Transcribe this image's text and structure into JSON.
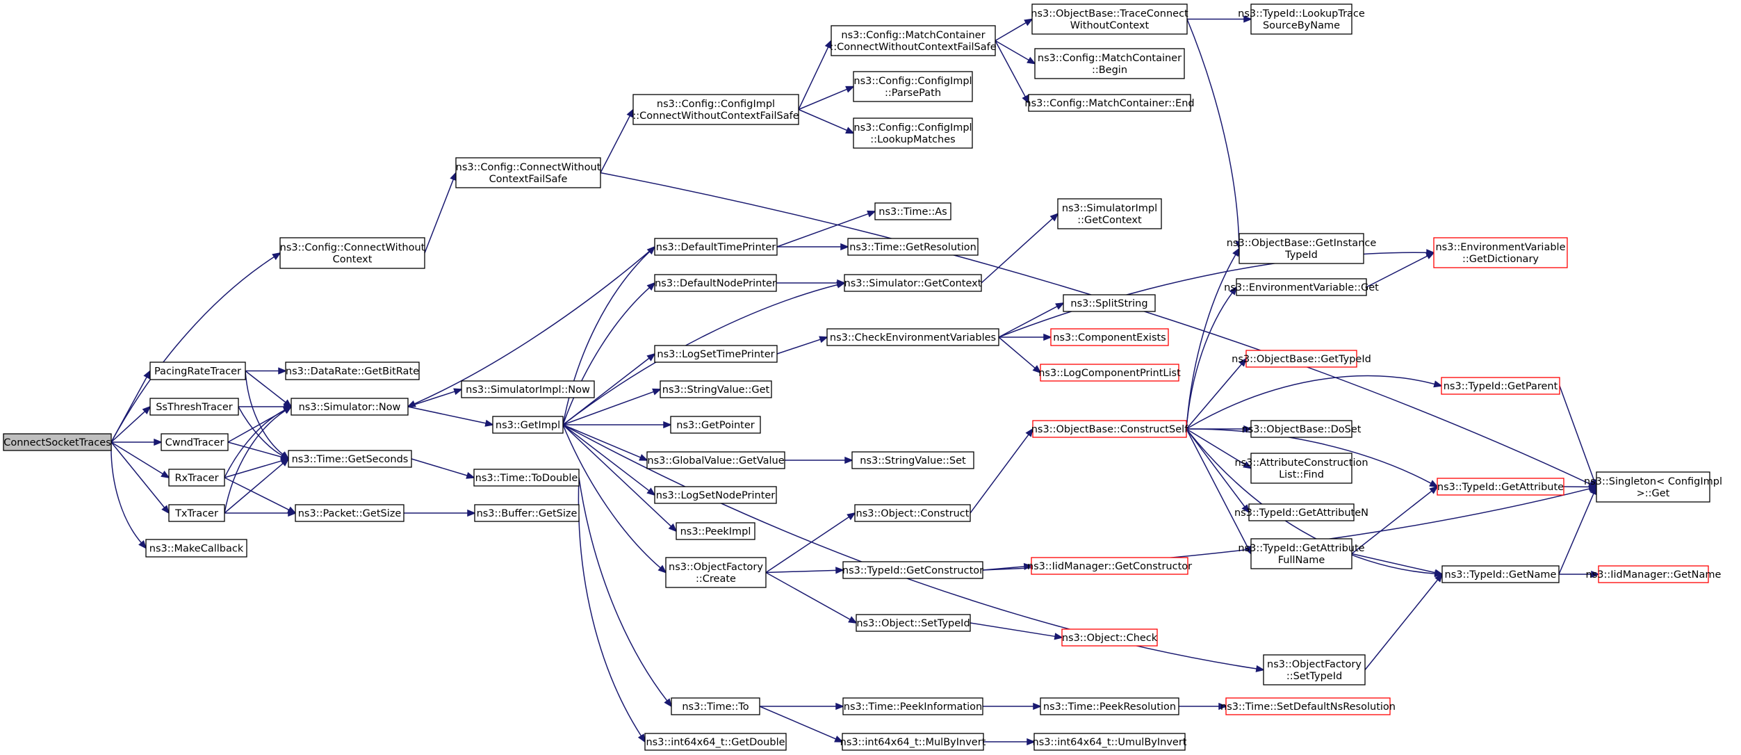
{
  "colors": {
    "edge": "#191970",
    "node_border": "#000000",
    "node_border_truncated": "#ff0000",
    "root_fill": "#bfbfbf",
    "node_fill": "#ffffff"
  },
  "nodes": [
    {
      "id": "root",
      "lines": [
        "ConnectSocketTraces"
      ],
      "root": true
    },
    {
      "id": "cfgConnect",
      "lines": [
        "ns3::Config::ConnectWithout",
        "Context"
      ]
    },
    {
      "id": "pacing",
      "lines": [
        "PacingRateTracer"
      ]
    },
    {
      "id": "ssthresh",
      "lines": [
        "SsThreshTracer"
      ]
    },
    {
      "id": "cwnd",
      "lines": [
        "CwndTracer"
      ]
    },
    {
      "id": "rx",
      "lines": [
        "RxTracer"
      ]
    },
    {
      "id": "tx",
      "lines": [
        "TxTracer"
      ]
    },
    {
      "id": "makeCb",
      "lines": [
        "ns3::MakeCallback"
      ]
    },
    {
      "id": "cfgFailSafe",
      "lines": [
        "ns3::Config::ConnectWithout",
        "ContextFailSafe"
      ]
    },
    {
      "id": "getBitRate",
      "lines": [
        "ns3::DataRate::GetBitRate"
      ]
    },
    {
      "id": "simNow",
      "lines": [
        "ns3::Simulator::Now"
      ]
    },
    {
      "id": "getSeconds",
      "lines": [
        "ns3::Time::GetSeconds"
      ]
    },
    {
      "id": "pktGetSize",
      "lines": [
        "ns3::Packet::GetSize"
      ]
    },
    {
      "id": "implFailSafe",
      "lines": [
        "ns3::Config::ConfigImpl",
        "::ConnectWithoutContextFailSafe"
      ]
    },
    {
      "id": "simImplNow",
      "lines": [
        "ns3::SimulatorImpl::Now"
      ]
    },
    {
      "id": "getImpl",
      "lines": [
        "ns3::GetImpl"
      ]
    },
    {
      "id": "toDouble",
      "lines": [
        "ns3::Time::ToDouble"
      ]
    },
    {
      "id": "bufGetSize",
      "lines": [
        "ns3::Buffer::GetSize"
      ]
    },
    {
      "id": "mcFailSafe",
      "lines": [
        "ns3::Config::MatchContainer",
        "::ConnectWithoutContextFailSafe"
      ]
    },
    {
      "id": "parsePath",
      "lines": [
        "ns3::Config::ConfigImpl",
        "::ParsePath"
      ]
    },
    {
      "id": "lookupMatches",
      "lines": [
        "ns3::Config::ConfigImpl",
        "::LookupMatches"
      ]
    },
    {
      "id": "defTimePrinter",
      "lines": [
        "ns3::DefaultTimePrinter"
      ]
    },
    {
      "id": "defNodePrinter",
      "lines": [
        "ns3::DefaultNodePrinter"
      ]
    },
    {
      "id": "logSetTimePrinter",
      "lines": [
        "ns3::LogSetTimePrinter"
      ]
    },
    {
      "id": "strValGet",
      "lines": [
        "ns3::StringValue::Get"
      ]
    },
    {
      "id": "getPointer",
      "lines": [
        "ns3::GetPointer"
      ]
    },
    {
      "id": "gvGetValue",
      "lines": [
        "ns3::GlobalValue::GetValue"
      ]
    },
    {
      "id": "logSetNodePrinter",
      "lines": [
        "ns3::LogSetNodePrinter"
      ]
    },
    {
      "id": "peekImpl",
      "lines": [
        "ns3::PeekImpl"
      ]
    },
    {
      "id": "ofCreate",
      "lines": [
        "ns3::ObjectFactory",
        "::Create"
      ]
    },
    {
      "id": "timeTo",
      "lines": [
        "ns3::Time::To"
      ]
    },
    {
      "id": "i64GetDouble",
      "lines": [
        "ns3::int64x64_t::GetDouble"
      ]
    },
    {
      "id": "traceConnect",
      "lines": [
        "ns3::ObjectBase::TraceConnect",
        "WithoutContext"
      ]
    },
    {
      "id": "mcBegin",
      "lines": [
        "ns3::Config::MatchContainer",
        "::Begin"
      ]
    },
    {
      "id": "mcEnd",
      "lines": [
        "ns3::Config::MatchContainer::End"
      ]
    },
    {
      "id": "timeAs",
      "lines": [
        "ns3::Time::As"
      ]
    },
    {
      "id": "getResolution",
      "lines": [
        "ns3::Time::GetResolution"
      ]
    },
    {
      "id": "simGetContext",
      "lines": [
        "ns3::Simulator::GetContext"
      ]
    },
    {
      "id": "checkEnv",
      "lines": [
        "ns3::CheckEnvironmentVariables"
      ]
    },
    {
      "id": "strValSet",
      "lines": [
        "ns3::StringValue::Set"
      ]
    },
    {
      "id": "objConstruct",
      "lines": [
        "ns3::Object::Construct"
      ]
    },
    {
      "id": "tidGetCtor",
      "lines": [
        "ns3::TypeId::GetConstructor"
      ]
    },
    {
      "id": "objSetTypeId",
      "lines": [
        "ns3::Object::SetTypeId"
      ]
    },
    {
      "id": "peekInfo",
      "lines": [
        "ns3::Time::PeekInformation"
      ]
    },
    {
      "id": "mulByInvert",
      "lines": [
        "ns3::int64x64_t::MulByInvert"
      ]
    },
    {
      "id": "lookupTrace",
      "lines": [
        "ns3::TypeId::LookupTrace",
        "SourceByName"
      ]
    },
    {
      "id": "simImplGetContext",
      "lines": [
        "ns3::SimulatorImpl",
        "::GetContext"
      ]
    },
    {
      "id": "getInstTid",
      "lines": [
        "ns3::ObjectBase::GetInstance",
        "TypeId"
      ]
    },
    {
      "id": "envGet",
      "lines": [
        "ns3::EnvironmentVariable::Get"
      ]
    },
    {
      "id": "splitString",
      "lines": [
        "ns3::SplitString"
      ]
    },
    {
      "id": "compExists",
      "lines": [
        "ns3::ComponentExists"
      ],
      "truncated": true
    },
    {
      "id": "logCompPrint",
      "lines": [
        "ns3::LogComponentPrintList"
      ],
      "truncated": true
    },
    {
      "id": "constructSelf",
      "lines": [
        "ns3::ObjectBase::ConstructSelf"
      ],
      "truncated": true
    },
    {
      "id": "obGetTypeId",
      "lines": [
        "ns3::ObjectBase::GetTypeId"
      ],
      "truncated": true
    },
    {
      "id": "doSet",
      "lines": [
        "ns3::ObjectBase::DoSet"
      ]
    },
    {
      "id": "attrFind",
      "lines": [
        "ns3::AttributeConstruction",
        "List::Find"
      ]
    },
    {
      "id": "getAttrN",
      "lines": [
        "ns3::TypeId::GetAttributeN"
      ]
    },
    {
      "id": "getAttrFull",
      "lines": [
        "ns3::TypeId::GetAttribute",
        "FullName"
      ]
    },
    {
      "id": "iidGetCtor",
      "lines": [
        "ns3::IidManager::GetConstructor"
      ],
      "truncated": true
    },
    {
      "id": "objCheck",
      "lines": [
        "ns3::Object::Check"
      ],
      "truncated": true
    },
    {
      "id": "ofSetTypeId",
      "lines": [
        "ns3::ObjectFactory",
        "::SetTypeId"
      ]
    },
    {
      "id": "peekRes",
      "lines": [
        "ns3::Time::PeekResolution"
      ]
    },
    {
      "id": "umulByInvert",
      "lines": [
        "ns3::int64x64_t::UmulByInvert"
      ]
    },
    {
      "id": "envDict",
      "lines": [
        "ns3::EnvironmentVariable",
        "::GetDictionary"
      ],
      "truncated": true
    },
    {
      "id": "tidGetParent",
      "lines": [
        "ns3::TypeId::GetParent"
      ],
      "truncated": true
    },
    {
      "id": "tidGetAttr",
      "lines": [
        "ns3::TypeId::GetAttribute"
      ],
      "truncated": true
    },
    {
      "id": "tidGetName",
      "lines": [
        "ns3::TypeId::GetName"
      ]
    },
    {
      "id": "setDefRes",
      "lines": [
        "ns3::Time::SetDefaultNsResolution"
      ],
      "truncated": true
    },
    {
      "id": "singletonGet",
      "lines": [
        "ns3::Singleton< ConfigImpl",
        " >::Get"
      ]
    },
    {
      "id": "iidGetName",
      "lines": [
        "ns3::IidManager::GetName"
      ],
      "truncated": true
    }
  ],
  "edges": [
    [
      "root",
      "cfgConnect"
    ],
    [
      "root",
      "pacing"
    ],
    [
      "root",
      "ssthresh"
    ],
    [
      "root",
      "cwnd"
    ],
    [
      "root",
      "rx"
    ],
    [
      "root",
      "tx"
    ],
    [
      "root",
      "makeCb"
    ],
    [
      "cfgConnect",
      "cfgFailSafe"
    ],
    [
      "cfgFailSafe",
      "implFailSafe"
    ],
    [
      "cfgFailSafe",
      "singletonGet"
    ],
    [
      "implFailSafe",
      "mcFailSafe"
    ],
    [
      "implFailSafe",
      "parsePath"
    ],
    [
      "implFailSafe",
      "lookupMatches"
    ],
    [
      "mcFailSafe",
      "traceConnect"
    ],
    [
      "mcFailSafe",
      "mcBegin"
    ],
    [
      "mcFailSafe",
      "mcEnd"
    ],
    [
      "traceConnect",
      "lookupTrace"
    ],
    [
      "traceConnect",
      "getInstTid"
    ],
    [
      "pacing",
      "getBitRate"
    ],
    [
      "pacing",
      "simNow"
    ],
    [
      "pacing",
      "getSeconds"
    ],
    [
      "ssthresh",
      "simNow"
    ],
    [
      "ssthresh",
      "getSeconds"
    ],
    [
      "cwnd",
      "simNow"
    ],
    [
      "cwnd",
      "getSeconds"
    ],
    [
      "rx",
      "simNow"
    ],
    [
      "rx",
      "getSeconds"
    ],
    [
      "rx",
      "pktGetSize"
    ],
    [
      "tx",
      "simNow"
    ],
    [
      "tx",
      "getSeconds"
    ],
    [
      "tx",
      "pktGetSize"
    ],
    [
      "simNow",
      "simImplNow"
    ],
    [
      "simNow",
      "getImpl"
    ],
    [
      "getSeconds",
      "toDouble"
    ],
    [
      "pktGetSize",
      "bufGetSize"
    ],
    [
      "toDouble",
      "timeTo"
    ],
    [
      "toDouble",
      "i64GetDouble"
    ],
    [
      "getImpl",
      "defTimePrinter"
    ],
    [
      "getImpl",
      "defNodePrinter"
    ],
    [
      "getImpl",
      "simGetContext"
    ],
    [
      "getImpl",
      "logSetTimePrinter"
    ],
    [
      "getImpl",
      "strValGet"
    ],
    [
      "getImpl",
      "getPointer"
    ],
    [
      "getImpl",
      "gvGetValue"
    ],
    [
      "getImpl",
      "logSetNodePrinter"
    ],
    [
      "getImpl",
      "peekImpl"
    ],
    [
      "getImpl",
      "ofCreate"
    ],
    [
      "getImpl",
      "ofSetTypeId"
    ],
    [
      "defTimePrinter",
      "simNow"
    ],
    [
      "defTimePrinter",
      "timeAs"
    ],
    [
      "defTimePrinter",
      "getResolution"
    ],
    [
      "defNodePrinter",
      "simGetContext"
    ],
    [
      "simGetContext",
      "simImplGetContext"
    ],
    [
      "logSetTimePrinter",
      "checkEnv"
    ],
    [
      "checkEnv",
      "splitString"
    ],
    [
      "checkEnv",
      "compExists"
    ],
    [
      "checkEnv",
      "logCompPrint"
    ],
    [
      "checkEnv",
      "envDict"
    ],
    [
      "gvGetValue",
      "strValSet"
    ],
    [
      "ofCreate",
      "objConstruct"
    ],
    [
      "ofCreate",
      "tidGetCtor"
    ],
    [
      "ofCreate",
      "objSetTypeId"
    ],
    [
      "objConstruct",
      "constructSelf"
    ],
    [
      "tidGetCtor",
      "iidGetCtor"
    ],
    [
      "tidGetCtor",
      "singletonGet"
    ],
    [
      "objSetTypeId",
      "objCheck"
    ],
    [
      "constructSelf",
      "getInstTid"
    ],
    [
      "constructSelf",
      "envGet"
    ],
    [
      "constructSelf",
      "tidGetParent"
    ],
    [
      "constructSelf",
      "obGetTypeId"
    ],
    [
      "constructSelf",
      "doSet"
    ],
    [
      "constructSelf",
      "attrFind"
    ],
    [
      "constructSelf",
      "getAttrN"
    ],
    [
      "constructSelf",
      "getAttrFull"
    ],
    [
      "constructSelf",
      "tidGetAttr"
    ],
    [
      "constructSelf",
      "tidGetName"
    ],
    [
      "envGet",
      "envDict"
    ],
    [
      "getAttrFull",
      "tidGetAttr"
    ],
    [
      "getAttrFull",
      "tidGetName"
    ],
    [
      "tidGetParent",
      "singletonGet"
    ],
    [
      "tidGetAttr",
      "singletonGet"
    ],
    [
      "tidGetName",
      "singletonGet"
    ],
    [
      "tidGetName",
      "iidGetName"
    ],
    [
      "ofSetTypeId",
      "tidGetName"
    ],
    [
      "timeTo",
      "peekInfo"
    ],
    [
      "timeTo",
      "mulByInvert"
    ],
    [
      "peekInfo",
      "peekRes"
    ],
    [
      "peekRes",
      "setDefRes"
    ],
    [
      "mulByInvert",
      "umulByInvert"
    ]
  ]
}
